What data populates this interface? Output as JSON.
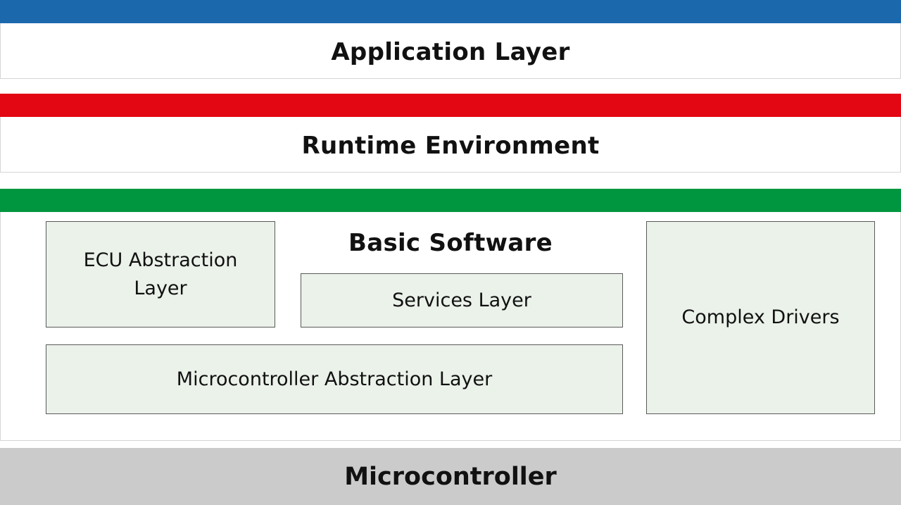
{
  "colors": {
    "application_accent": "#1c68ad",
    "runtime_accent": "#e30613",
    "basic_software_accent": "#00963f",
    "microcontroller_fill": "#cbcbcb",
    "sublayer_fill": "#ebf2ea"
  },
  "layers": {
    "application": {
      "title": "Application Layer"
    },
    "runtime": {
      "title": "Runtime Environment"
    },
    "basic_software": {
      "title": "Basic Software",
      "ecu_abstraction": "ECU Abstraction Layer",
      "services": "Services Layer",
      "mcal": "Microcontroller Abstraction Layer",
      "complex_drivers": "Complex Drivers"
    },
    "microcontroller": {
      "title": "Microcontroller"
    }
  }
}
